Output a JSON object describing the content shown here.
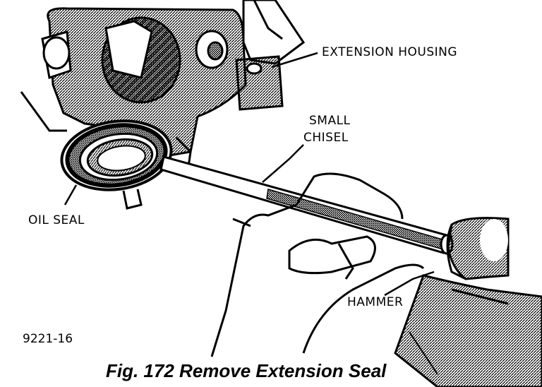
{
  "labels": {
    "extension_housing": "EXTENSION HOUSING",
    "small_chisel_line1": "SMALL",
    "small_chisel_line2": "CHISEL",
    "oil_seal": "OIL SEAL",
    "hammer": "HAMMER"
  },
  "figure_code": "9221-16",
  "caption": "Fig. 172 Remove Extension Seal"
}
